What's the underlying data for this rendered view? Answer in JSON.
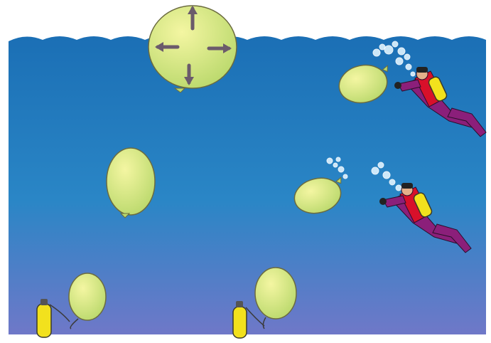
{
  "diagram": {
    "kind": "illustration",
    "colors": {
      "sky": "#ffffff",
      "water_top": "#1b6fb5",
      "water_mid": "#2a86c6",
      "water_bottom": "#6f78c8",
      "balloon_light": "#f4f6a2",
      "balloon_dark": "#b9d86b",
      "balloon_outline": "#6b6b3f",
      "arrow": "#6b5b6b",
      "tank": "#f2e11d",
      "diver_suit": "#8b1f7a",
      "diver_vest": "#d8102a",
      "bubbles": "#dff3ff"
    },
    "icons": [
      "balloon",
      "expansion-arrow",
      "air-tank",
      "scuba-diver",
      "air-bubbles"
    ]
  }
}
